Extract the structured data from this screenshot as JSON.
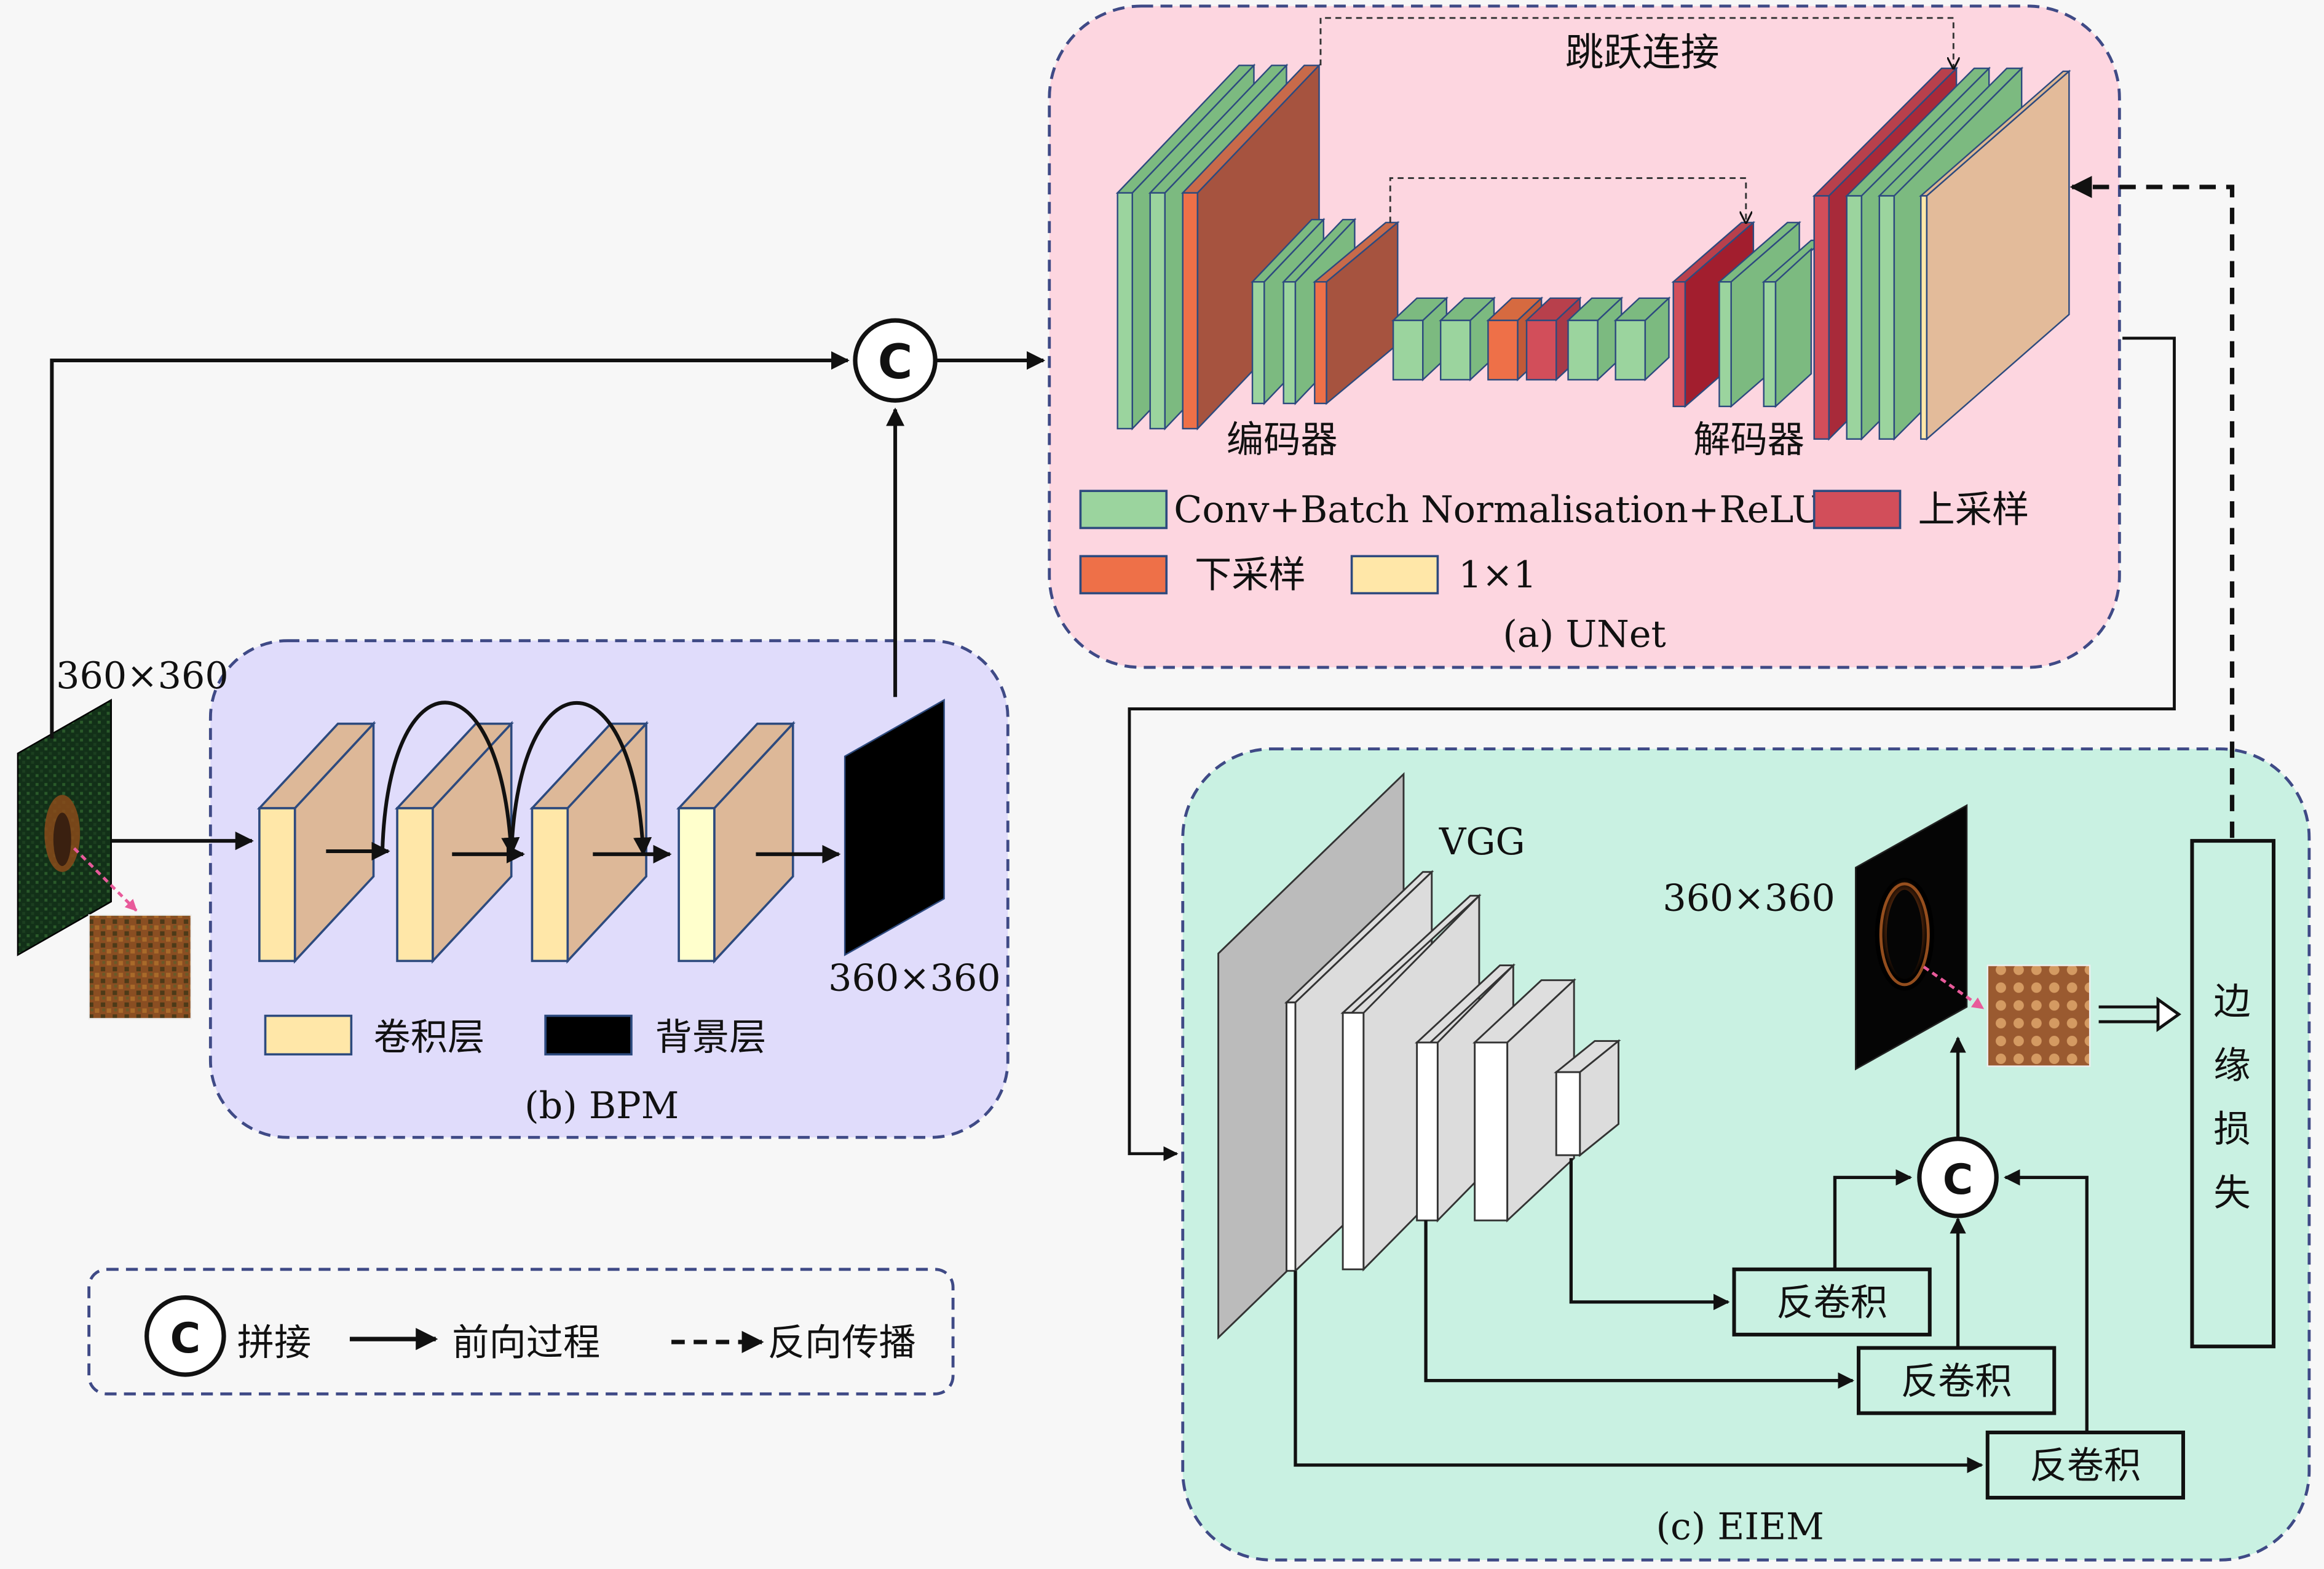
{
  "unet": {
    "skip_label": "跳跃连接",
    "encoder_label": "编码器",
    "decoder_label": "解码器",
    "title": "(a) UNet",
    "legend": {
      "conv": "Conv+Batch Normalisation+ReLU",
      "upsample": "上采样",
      "downsample": "下采样",
      "one_by_one": "1×1"
    }
  },
  "bpm": {
    "input_size": "360×360",
    "output_size": "360×360",
    "title": "(b) BPM",
    "legend": {
      "conv": "卷积层",
      "background": "背景层"
    }
  },
  "eiem": {
    "vgg_label": "VGG",
    "image_size": "360×360",
    "deconv": [
      "反卷积",
      "反卷积",
      "反卷积"
    ],
    "edge_loss": [
      "边",
      "缘",
      "损",
      "失"
    ],
    "title": "(c) EIEM"
  },
  "concat_symbol": "C",
  "legend": {
    "concat": "拼接",
    "forward": "前向过程",
    "backward": "反向传播"
  },
  "colors": {
    "conv_green": "#9bd49e",
    "downsample_orange": "#ee7048",
    "upsample_red": "#d24e5a",
    "one_by_one_tan": "#ffe7a8",
    "unet_bg": "#fdd6e0",
    "bpm_bg": "#e0dcfb",
    "eiem_bg": "#c9f1e2"
  }
}
